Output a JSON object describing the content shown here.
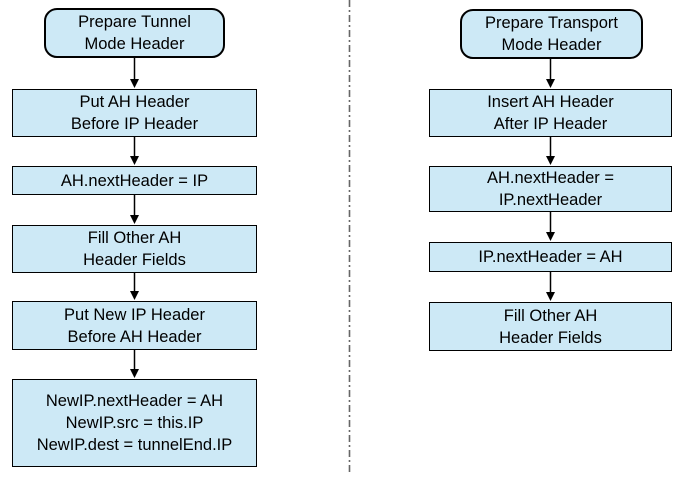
{
  "theme": {
    "box-fill": "#cde9f6",
    "box-border": "#000000",
    "divider-color": "#666666",
    "text-color": "#000000",
    "bg": "#ffffff"
  },
  "diagram": {
    "kind": "flowchart-pair",
    "flowcharts": [
      {
        "name": "tunnel-mode",
        "title": "Prepare Tunnel\nMode Header",
        "steps": [
          "Put AH Header\nBefore IP Header",
          "AH.nextHeader = IP",
          "Fill Other AH\nHeader Fields",
          "Put New IP Header\nBefore AH Header",
          "NewIP.nextHeader = AH\nNewIP.src = this.IP\nNewIP.dest = tunnelEnd.IP"
        ]
      },
      {
        "name": "transport-mode",
        "title": "Prepare Transport\nMode Header",
        "steps": [
          "Insert AH Header\nAfter IP Header",
          "AH.nextHeader =\nIP.nextHeader",
          "IP.nextHeader = AH",
          "Fill Other AH\nHeader Fields"
        ]
      }
    ]
  }
}
